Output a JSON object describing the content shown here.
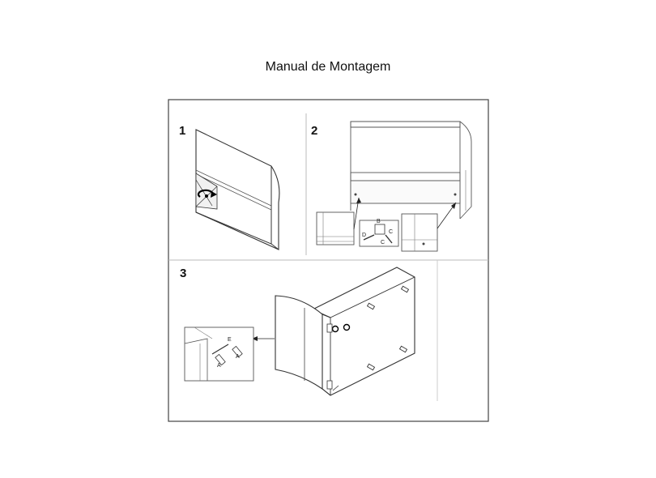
{
  "title": "Manual de Montagem",
  "steps": [
    {
      "number": "1"
    },
    {
      "number": "2"
    },
    {
      "number": "3"
    }
  ],
  "part_labels": {
    "step2": [
      "B",
      "D",
      "C",
      "C"
    ],
    "step3": [
      "E",
      "A",
      "A"
    ]
  },
  "icons": [
    "rotate-arrow-icon",
    "pointer-arrow-icon"
  ],
  "colors": {
    "line": "#333333",
    "frame": "#444444",
    "background": "#ffffff"
  }
}
